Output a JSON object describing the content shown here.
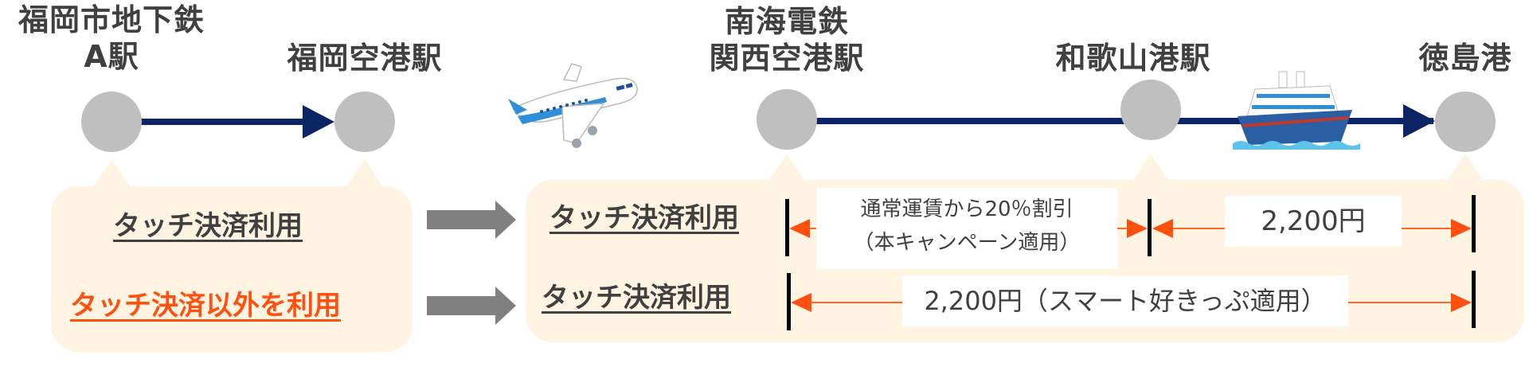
{
  "stations": [
    {
      "id": "a-station",
      "lines": [
        "福岡市地下鉄",
        "A駅"
      ]
    },
    {
      "id": "fukuoka-airport",
      "lines": [
        "福岡空港駅"
      ]
    },
    {
      "id": "kansai-airport",
      "lines": [
        "南海電鉄",
        "関西空港駅"
      ]
    },
    {
      "id": "wakayama-port",
      "lines": [
        "和歌山港駅"
      ]
    },
    {
      "id": "tokushima-port",
      "lines": [
        "徳島港"
      ]
    }
  ],
  "icons": {
    "plane": "airplane-icon",
    "ship": "ferry-icon"
  },
  "left_panel": {
    "row1": "タッチ決済利用",
    "row2": "タッチ決済以外を利用"
  },
  "right_panel": {
    "row1": {
      "label": "タッチ決済利用",
      "fare_nankai_line1": "通常運賃から20％割引",
      "fare_nankai_line2": "（本キャンペーン適用）",
      "fare_ferry": "2,200円"
    },
    "row2": {
      "label": "タッチ決済利用",
      "fare_combined": "2,200円（スマート好きっぷ適用）"
    }
  },
  "colors": {
    "route_navy": "#0b2565",
    "node_gray": "#bfbfbf",
    "panel_cream": "#fff4e2",
    "accent_orange": "#ff5010",
    "text_dark": "#404040",
    "arrow_gray": "#808080"
  }
}
